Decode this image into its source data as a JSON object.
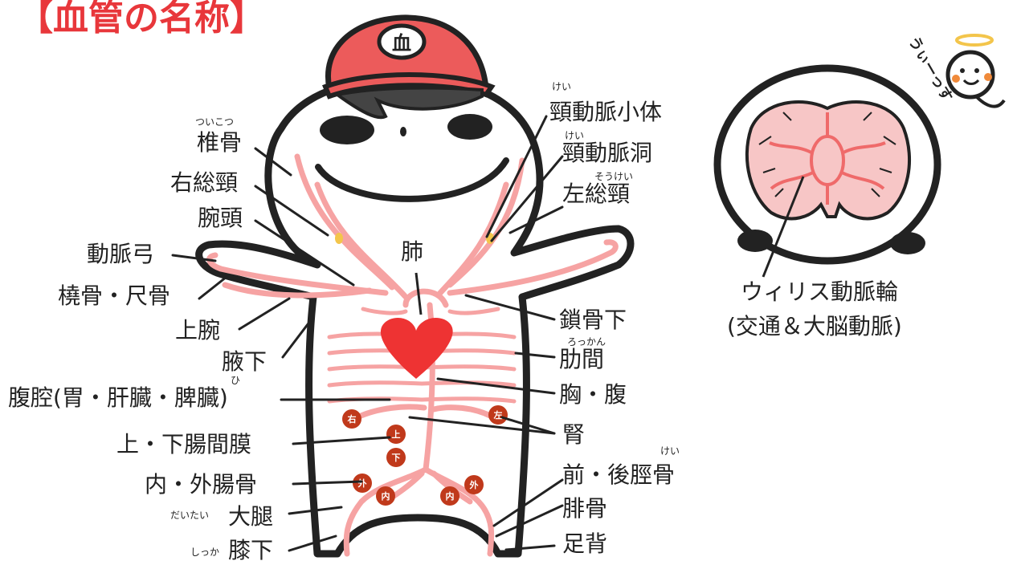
{
  "title": "【血管の名称】",
  "cap_mark": "血",
  "labels": {
    "vertebral": "椎骨",
    "vertebral_ruby": "ついこつ",
    "right_common_carotid": "右総頸",
    "brachiocephalic": "腕頭",
    "aortic_arch": "動脈弓",
    "radial_ulnar": "橈骨・尺骨",
    "brachial": "上腕",
    "axillary": "腋下",
    "celiac": "腹腔(胃・肝臓・脾臓)",
    "celiac_ruby": "ひ",
    "mesenteric": "上・下腸間膜",
    "iliac": "内・外腸骨",
    "femoral": "大腿",
    "femoral_ruby": "だいたい",
    "popliteal": "膝下",
    "popliteal_ruby": "しっか",
    "carotid_body": "頸動脈小体",
    "carotid_body_ruby": "けい",
    "carotid_sinus": "頸動脈洞",
    "carotid_sinus_ruby": "けい",
    "left_common_carotid": "左総頸",
    "left_common_carotid_ruby": "そうけい",
    "pulmonary": "肺",
    "subclavian": "鎖骨下",
    "intercostal": "肋間",
    "intercostal_ruby": "ろっかん",
    "thoracic_abdominal": "胸・腹",
    "renal": "腎",
    "tibial": "前・後脛骨",
    "tibial_ruby": "けい",
    "peroneal": "腓骨",
    "dorsalis_pedis": "足背",
    "circle_of_willis": "ウィリス動脈輪",
    "circle_of_willis_sub": "(交通＆大脳動脈)"
  },
  "badges": {
    "right": "右",
    "left": "左",
    "upper": "上",
    "lower": "下",
    "outer": "外",
    "inner": "内"
  },
  "mascot_text": "うぃーっす",
  "colors": {
    "title": "#e8373b",
    "vessel": "#f6a3a3",
    "heart": "#ee3333",
    "badge": "#c0391b",
    "brain": "#f7c6c6",
    "outline": "#222222"
  }
}
